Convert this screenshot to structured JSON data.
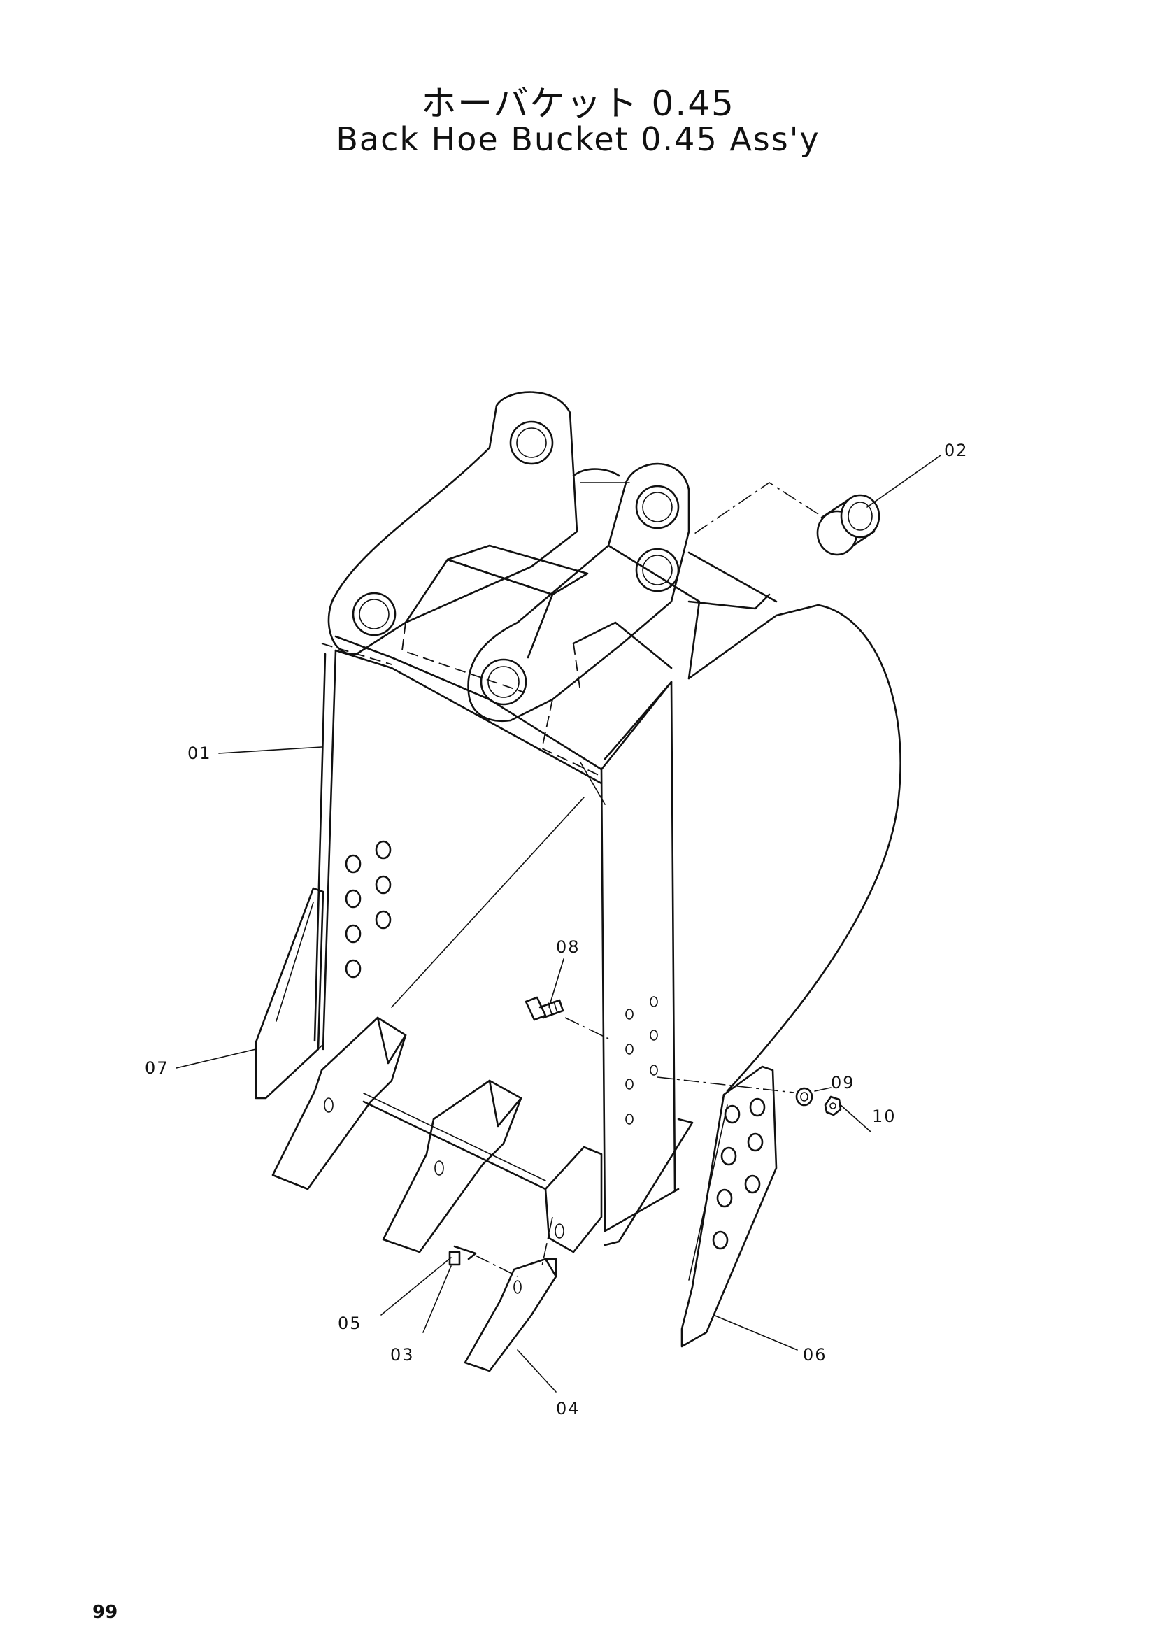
{
  "title": {
    "japanese": "ホーバケット 0.45",
    "english": "Back Hoe Bucket 0.45 Ass'y"
  },
  "callouts": {
    "c01": "01",
    "c02": "02",
    "c03": "03",
    "c04": "04",
    "c05": "05",
    "c06": "06",
    "c07": "07",
    "c08": "08",
    "c09": "09",
    "c10": "10"
  },
  "page_number": "99"
}
